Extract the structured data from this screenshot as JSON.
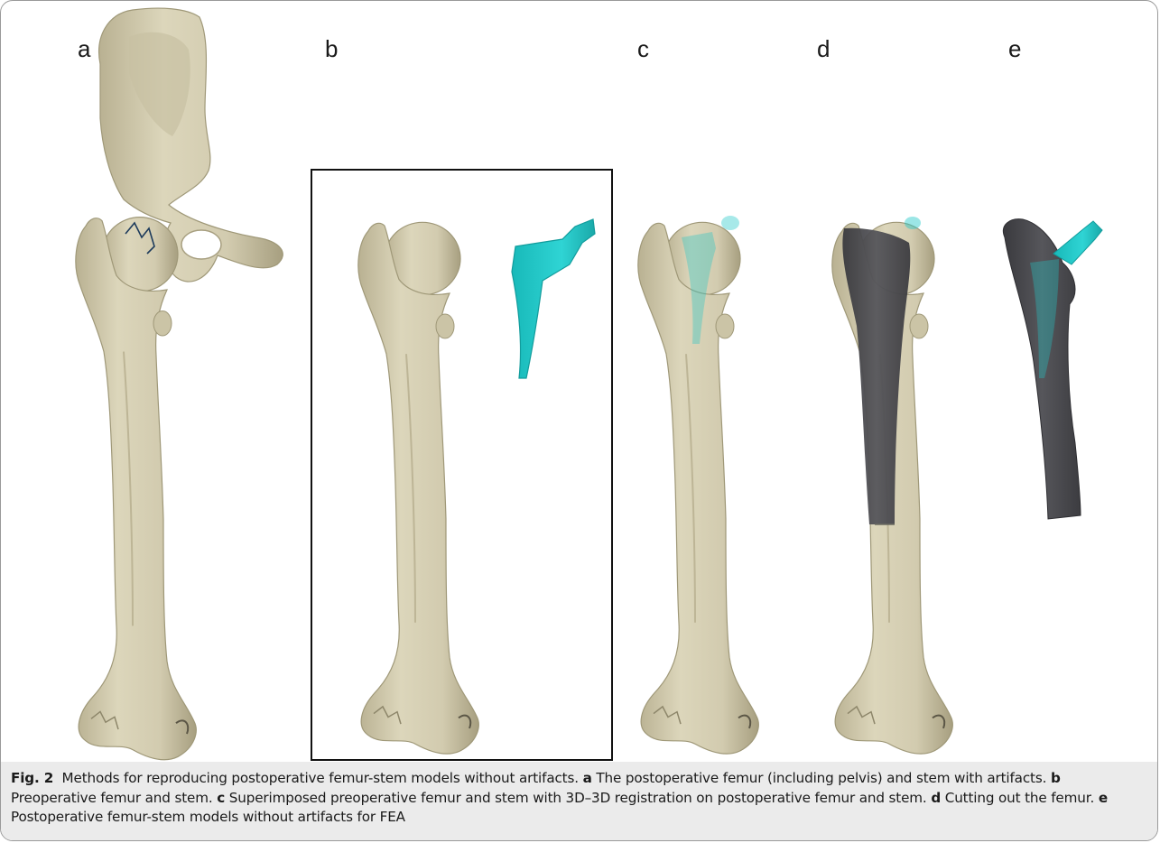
{
  "panels": {
    "a": "a",
    "b": "b",
    "c": "c",
    "d": "d",
    "e": "e"
  },
  "colors": {
    "bone": "#d6d0b4",
    "bone_shadow": "#a9a283",
    "stem": "#22c7c7",
    "cut_region": "#4b4b4f",
    "caption_background": "#ebebeb",
    "box_border": "#111111"
  },
  "caption": {
    "fig_label": "Fig. 2",
    "intro": "Methods for reproducing postoperative femur-stem models without artifacts.",
    "a_label": "a",
    "a_text": "The postoperative femur (including pelvis) and stem with artifacts.",
    "b_label": "b",
    "b_text": "Preoperative femur and stem.",
    "c_label": "c",
    "c_text": "Superimposed preoperative femur and stem with 3D–3D registration on postoperative femur and stem.",
    "d_label": "d",
    "d_text": "Cutting out the femur.",
    "e_label": "e",
    "e_text": "Postoperative femur-stem models without artifacts for FEA"
  }
}
